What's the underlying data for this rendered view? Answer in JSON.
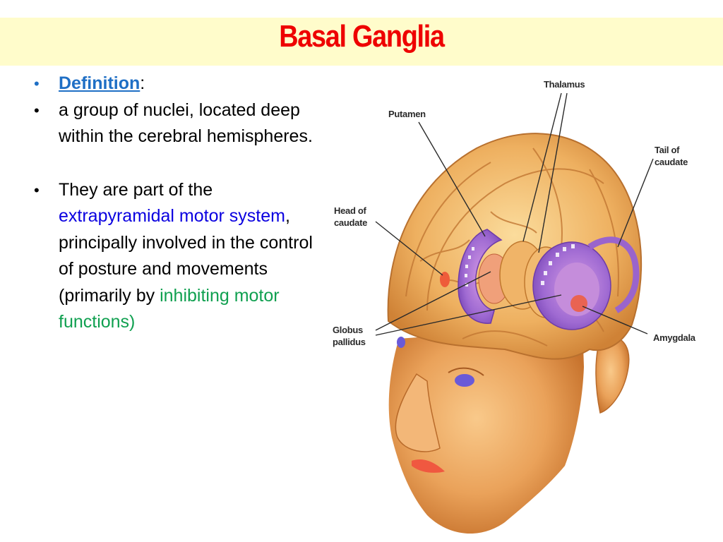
{
  "slide": {
    "title": "Basal Ganglia",
    "title_color": "#ee0000",
    "title_band_color": "#fffccb"
  },
  "bullets": [
    {
      "bullet": "•",
      "definition_label": "Definition",
      "suffix": ":"
    },
    {
      "bullet": "•",
      "text": "a group of nuclei, located deep within the cerebral hemispheres."
    },
    {
      "bullet": "•",
      "text_before": "They are part of the ",
      "highlight_blue": "extrapyramidal motor system",
      "text_middle": ", principally involved in the control of posture and movements (primarily by ",
      "highlight_green": "inhibiting motor functions)",
      "blue_color": "#0a00e0",
      "green_color": "#10a050"
    }
  ],
  "figure": {
    "subject": "head-with-basal-ganglia-illustration",
    "labels": {
      "thalamus": "Thalamus",
      "putamen": "Putamen",
      "tail_of_caudate_1": "Tail of",
      "tail_of_caudate_2": "caudate",
      "head_of_caudate_1": "Head of",
      "head_of_caudate_2": "caudate",
      "globus_pallidus_1": "Globus",
      "globus_pallidus_2": "pallidus",
      "amygdala": "Amygdala"
    }
  }
}
